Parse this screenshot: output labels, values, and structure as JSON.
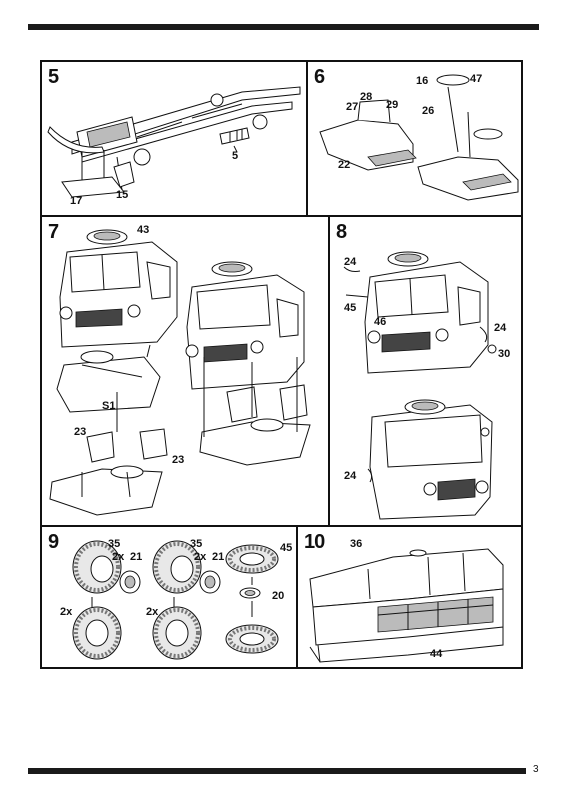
{
  "page": {
    "number": "3"
  },
  "steps": {
    "s5": {
      "number": "5",
      "parts": [
        "17",
        "15",
        "5"
      ]
    },
    "s6": {
      "number": "6",
      "parts": [
        "16",
        "47",
        "28",
        "27",
        "29",
        "26",
        "22"
      ]
    },
    "s7": {
      "number": "7",
      "parts": [
        "43",
        "S1",
        "23",
        "23"
      ]
    },
    "s8": {
      "number": "8",
      "parts": [
        "24",
        "45",
        "46",
        "24",
        "30",
        "24"
      ]
    },
    "s9": {
      "number": "9",
      "parts": [
        "35",
        "2x",
        "21",
        "35",
        "2x",
        "21",
        "45",
        "20",
        "2x",
        "2x"
      ]
    },
    "s10": {
      "number": "10",
      "parts": [
        "36",
        "44"
      ]
    }
  }
}
